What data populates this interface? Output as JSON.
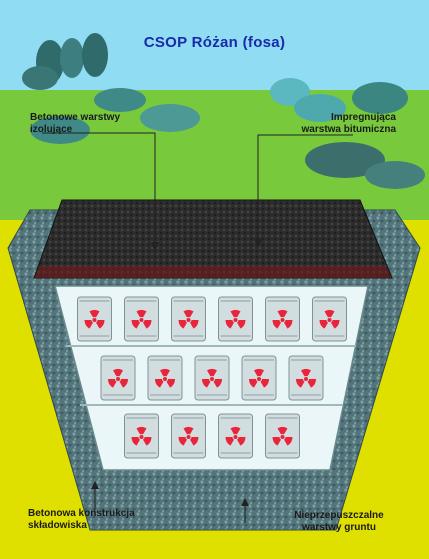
{
  "title": "CSOP Różan (fosa)",
  "labels": {
    "top_left": [
      "Betonowe warstwy",
      "izolujące"
    ],
    "top_right": [
      "Impregnująca",
      "warstwa bitumiczna"
    ],
    "bottom_left": [
      "Betonowa konstrukcja",
      "składowiska"
    ],
    "bottom_right": [
      "Nieprzepuszczalne",
      "warstwy gruntu"
    ]
  },
  "barrels": {
    "rows": [
      6,
      5,
      4
    ],
    "symbol": "radiation-trefoil-icon"
  },
  "colors": {
    "sky": "#8fdcf3",
    "grass": "#78c93c",
    "soil": "#dfdf00",
    "concrete": "#4e6e70",
    "bitumen": "#2a2a2a",
    "vault_fill": "#eaf6f8",
    "barrel": "#d2dde0",
    "hazard": "#e8253a",
    "title": "#1a2aa8"
  }
}
